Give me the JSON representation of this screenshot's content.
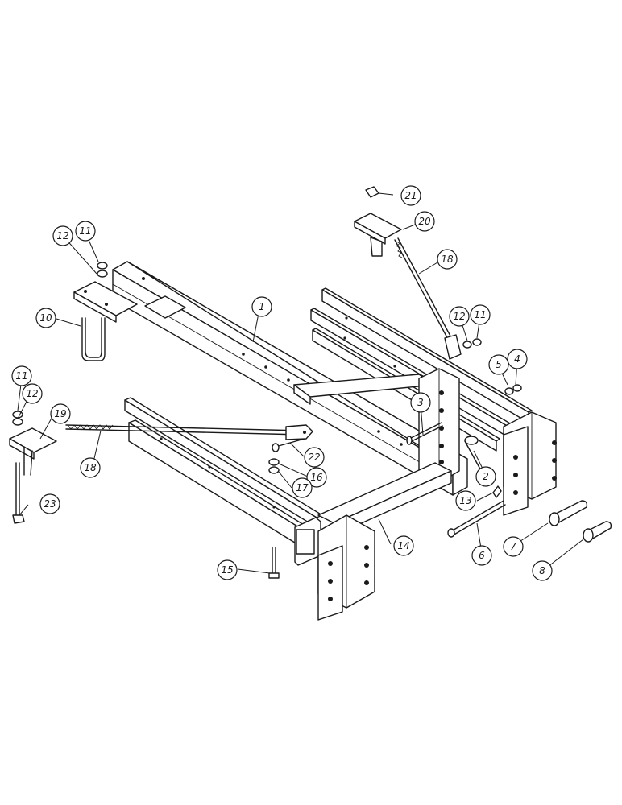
{
  "diagram": {
    "type": "exploded-parts-view",
    "callouts": [
      {
        "id": "c1",
        "label": "1"
      },
      {
        "id": "c2",
        "label": "2"
      },
      {
        "id": "c3",
        "label": "3"
      },
      {
        "id": "c4",
        "label": "4"
      },
      {
        "id": "c5",
        "label": "5"
      },
      {
        "id": "c6",
        "label": "6"
      },
      {
        "id": "c7",
        "label": "7"
      },
      {
        "id": "c8",
        "label": "8"
      },
      {
        "id": "c10",
        "label": "10"
      },
      {
        "id": "c11a",
        "label": "11"
      },
      {
        "id": "c12a",
        "label": "12"
      },
      {
        "id": "c11b",
        "label": "11"
      },
      {
        "id": "c12b",
        "label": "12"
      },
      {
        "id": "c11c",
        "label": "11"
      },
      {
        "id": "c12c",
        "label": "12"
      },
      {
        "id": "c13",
        "label": "13"
      },
      {
        "id": "c14",
        "label": "14"
      },
      {
        "id": "c15",
        "label": "15"
      },
      {
        "id": "c16",
        "label": "16"
      },
      {
        "id": "c17",
        "label": "17"
      },
      {
        "id": "c18a",
        "label": "18"
      },
      {
        "id": "c18b",
        "label": "18"
      },
      {
        "id": "c19",
        "label": "19"
      },
      {
        "id": "c20",
        "label": "20"
      },
      {
        "id": "c21",
        "label": "21"
      },
      {
        "id": "c22",
        "label": "22"
      },
      {
        "id": "c23",
        "label": "23"
      }
    ]
  }
}
